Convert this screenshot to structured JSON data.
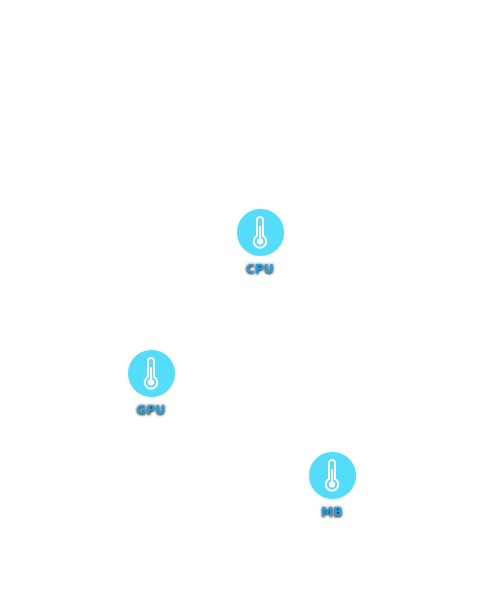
{
  "colors": {
    "background": "#ffffff",
    "badge": "#55dcf8",
    "icon": "#ffffff",
    "label": "#1ea3e6"
  },
  "sensors": [
    {
      "id": "cpu",
      "label": "CPU",
      "icon": "thermometer-icon"
    },
    {
      "id": "gpu",
      "label": "GPU",
      "icon": "thermometer-icon"
    },
    {
      "id": "mb",
      "label": "MB",
      "icon": "thermometer-icon"
    }
  ]
}
